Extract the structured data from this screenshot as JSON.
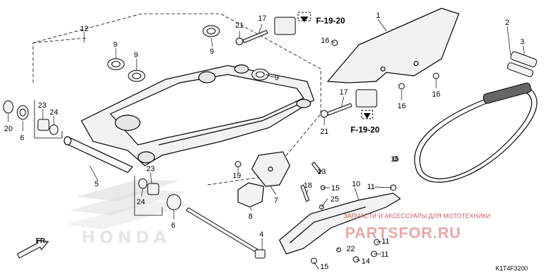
{
  "diagram": {
    "callouts": [
      {
        "id": "c1",
        "text": "1"
      },
      {
        "id": "c2",
        "text": "2"
      },
      {
        "id": "c3",
        "text": "3"
      },
      {
        "id": "c4",
        "text": "4"
      },
      {
        "id": "c5",
        "text": "5"
      },
      {
        "id": "c6a",
        "text": "6"
      },
      {
        "id": "c6b",
        "text": "6"
      },
      {
        "id": "c7",
        "text": "7"
      },
      {
        "id": "c8",
        "text": "8"
      },
      {
        "id": "c9a",
        "text": "9"
      },
      {
        "id": "c9b",
        "text": "9"
      },
      {
        "id": "c9c",
        "text": "9"
      },
      {
        "id": "c9d",
        "text": "9"
      },
      {
        "id": "c10",
        "text": "10"
      },
      {
        "id": "c11a",
        "text": "11"
      },
      {
        "id": "c11b",
        "text": "11"
      },
      {
        "id": "c11c",
        "text": "11"
      },
      {
        "id": "c12",
        "text": "12"
      },
      {
        "id": "c13",
        "text": "13"
      },
      {
        "id": "c14",
        "text": "14"
      },
      {
        "id": "c15a",
        "text": "15"
      },
      {
        "id": "c15b",
        "text": "15"
      },
      {
        "id": "c15c",
        "text": "15"
      },
      {
        "id": "c16a",
        "text": "16"
      },
      {
        "id": "c16b",
        "text": "16"
      },
      {
        "id": "c16c",
        "text": "16"
      },
      {
        "id": "c17a",
        "text": "17"
      },
      {
        "id": "c17b",
        "text": "17"
      },
      {
        "id": "c18",
        "text": "18"
      },
      {
        "id": "c19",
        "text": "19"
      },
      {
        "id": "c20",
        "text": "20"
      },
      {
        "id": "c21a",
        "text": "21"
      },
      {
        "id": "c21b",
        "text": "21"
      },
      {
        "id": "c22",
        "text": "22"
      },
      {
        "id": "c23a",
        "text": "23"
      },
      {
        "id": "c23b",
        "text": "23"
      },
      {
        "id": "c24a",
        "text": "24"
      },
      {
        "id": "c24b",
        "text": "24"
      },
      {
        "id": "c25",
        "text": "25"
      }
    ],
    "refs": [
      {
        "id": "r1",
        "text": "F-19-20"
      },
      {
        "id": "r2",
        "text": "F-19-20"
      }
    ],
    "direction_label": "FR.",
    "diagram_code": "K1T4F3200",
    "brand_mark": "HONDA"
  },
  "watermark": {
    "line1": "ЗАПЧАСТИ И АКСЕССУАРЫ ДЛЯ МОТОТЕХНИКИ",
    "line2": "PARTSFOR.RU"
  },
  "colors": {
    "ink": "#000000",
    "part_fill": "#f2f2f2",
    "watermark_red": "#d06060",
    "watermark_faint": "#e9a6a6"
  }
}
